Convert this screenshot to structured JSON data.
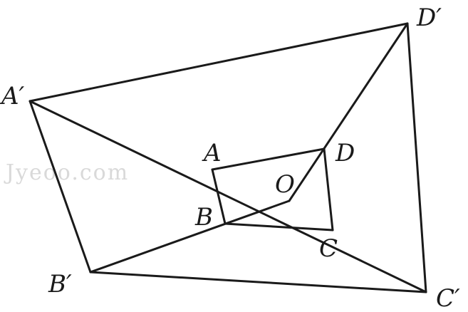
{
  "watermark": "Jyeoo.com",
  "points": {
    "A": "A",
    "B": "B",
    "C": "C",
    "D": "D",
    "O": "O",
    "A_prime": "A′",
    "B_prime": "B′",
    "C_prime": "C′",
    "D_prime": "D′"
  },
  "colors": {
    "line": "#1a1a1a",
    "background": "#ffffff",
    "watermark": "#d9d9d9"
  }
}
